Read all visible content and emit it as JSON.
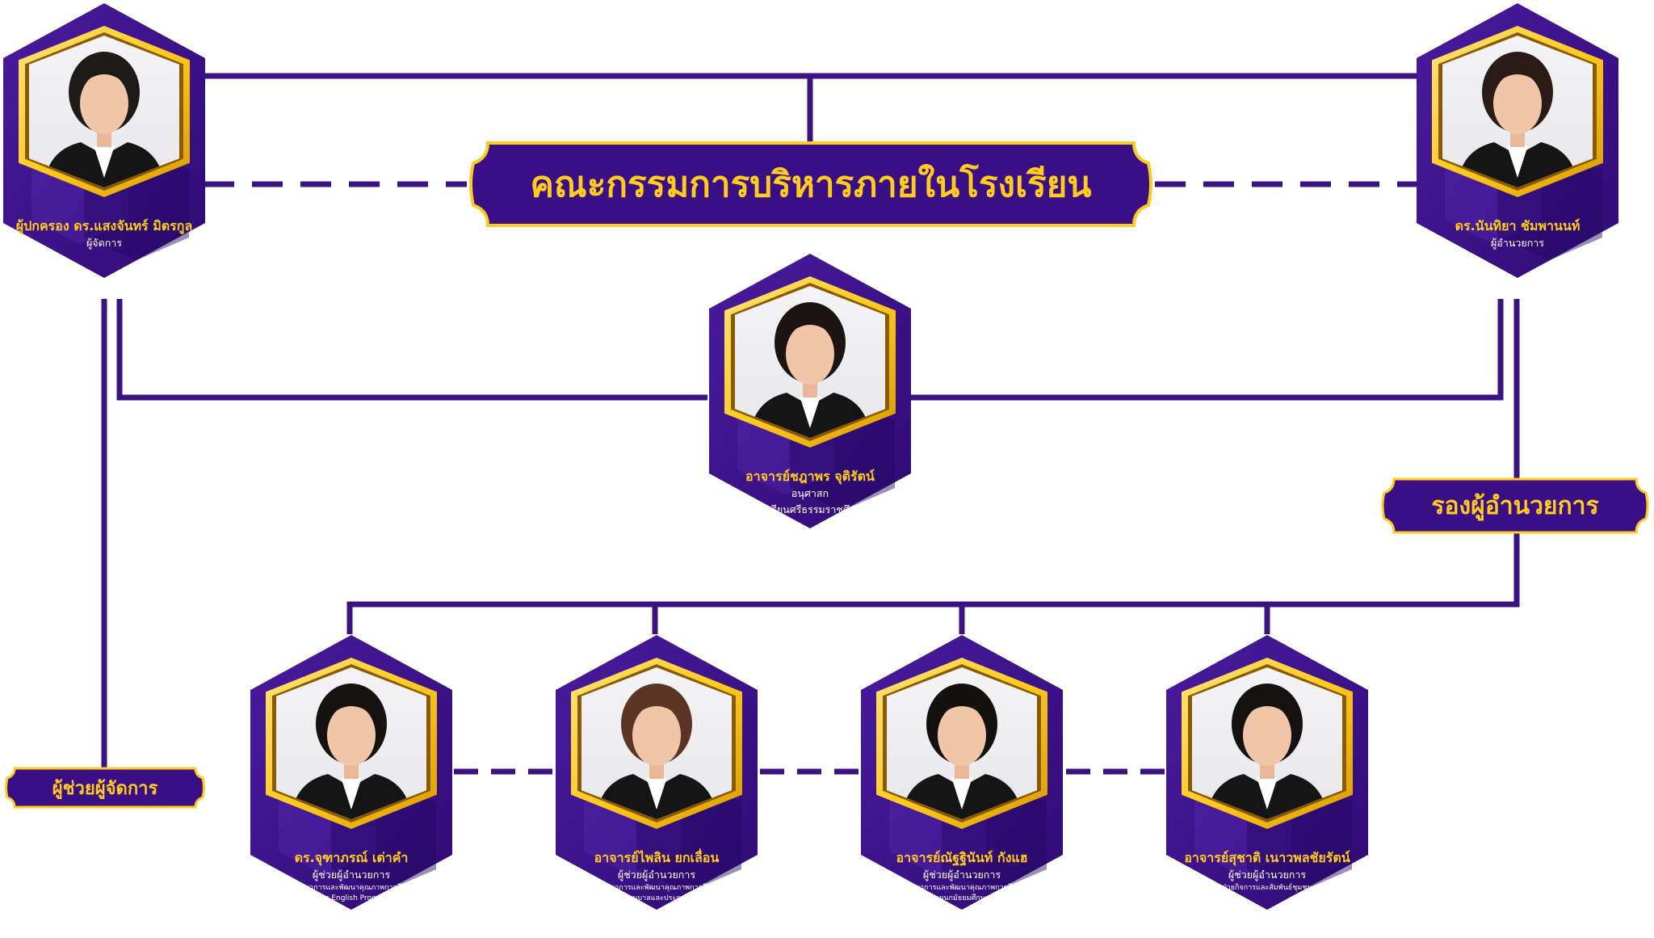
{
  "colors": {
    "purple_dark": "#2f0a74",
    "purple_mid": "#4a1b9e",
    "purple_line": "#3b1281",
    "gold": "#ffcb1f",
    "gold_dark": "#d99a00"
  },
  "title_banner": {
    "label": "คณะกรรมการบริหารภายในโรงเรียน"
  },
  "deputy_banner": {
    "label": "รองผู้อำนวยการ"
  },
  "assistant_banner": {
    "label": "ผู้ช่วยผู้จัดการ"
  },
  "people": {
    "manager": {
      "name": "ผู้ปกครอง ดร.แสงจันทร์ มิตรกูล",
      "role": "ผู้จัดการ",
      "photo": {
        "hair": "#1e1a17",
        "suit": "#151515",
        "icon": "person-photo-icon"
      }
    },
    "director": {
      "name": "ดร.นันทิยา ชัมพานนท์",
      "role": "ผู้อำนวยการ",
      "photo": {
        "hair": "#2a1b16",
        "suit": "#151515",
        "icon": "person-photo-icon"
      }
    },
    "licensee": {
      "name": "อาจารย์ชฎาพร จุติรัตน์",
      "role": "อนุศาสก",
      "detail1": "โรงเรียนศรีธรรมราชศึกษา",
      "photo": {
        "hair": "#1c1412",
        "suit": "#151515",
        "icon": "person-photo-icon"
      }
    },
    "assistant1": {
      "name": "ดร.จุฑาภรณ์ เต่าคำ",
      "role": "ผู้ช่วยผู้อำนวยการ",
      "detail1": "ฝ่ายวิชาการและพัฒนาคุณภาพการศึกษา",
      "detail2": "โครงการ English Programme",
      "photo": {
        "hair": "#161210",
        "suit": "#151515",
        "icon": "person-photo-icon"
      }
    },
    "assistant2": {
      "name": "อาจารย์ไพลิน ยกเลื่อน",
      "role": "ผู้ช่วยผู้อำนวยการ",
      "detail1": "ฝ่ายวิชาการและพัฒนาคุณภาพการศึกษา",
      "detail2": "แผนกอนุบาลและประถมศึกษา",
      "photo": {
        "hair": "#5a3524",
        "suit": "#151515",
        "icon": "person-photo-icon"
      }
    },
    "assistant3": {
      "name": "อาจารย์ณัฐฐินันท์ กังแฮ",
      "role": "ผู้ช่วยผู้อำนวยการ",
      "detail1": "ฝ่ายวิชาการและพัฒนาคุณภาพการศึกษา",
      "detail2": "แผนกมัธยมศึกษา",
      "photo": {
        "hair": "#14100e",
        "suit": "#151515",
        "icon": "person-photo-icon"
      }
    },
    "assistant4": {
      "name": "อาจารย์สุชาติ เนาวพลชัยรัตน์",
      "role": "ผู้ช่วยผู้อำนวยการ",
      "detail1": "ฝ่ายกิจการและสัมพันธ์ชุมชน",
      "photo": {
        "hair": "#141110",
        "suit": "#151515",
        "icon": "person-photo-icon"
      }
    }
  }
}
